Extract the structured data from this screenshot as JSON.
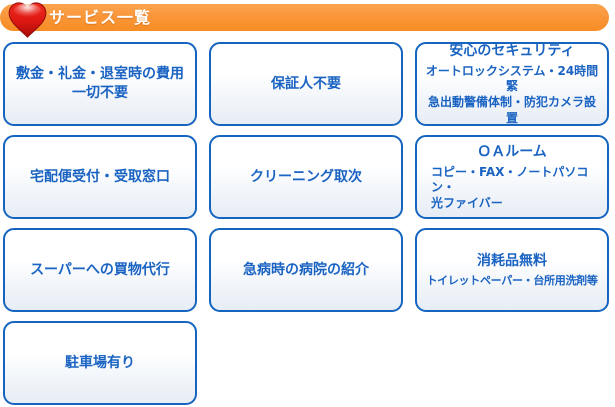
{
  "header": {
    "title": "サービス一覧",
    "bar_color": "#f8942e",
    "heart_color": "#d81510",
    "icon": "heart-icon"
  },
  "accent": {
    "card_border_color": "#1565c0",
    "card_text_color": "#1a63c2"
  },
  "cards": [
    {
      "id": "no-deposit-fees",
      "title": "敷金・礼金・退室時の費用\n一切不要"
    },
    {
      "id": "no-guarantor",
      "title": "保証人不要"
    },
    {
      "id": "security",
      "title": "安心のセキュリティ",
      "subtitle": "オートロックシステム・24時間緊\n急出動警備体制・防犯カメラ設置"
    },
    {
      "id": "parcel-service",
      "title": "宅配便受付・受取窓口"
    },
    {
      "id": "cleaning",
      "title": "クリーニング取次"
    },
    {
      "id": "oa-room",
      "title": "ＯＡルーム",
      "subtitle": "コピー・FAX・ノートパソコン・\n光ファイバー"
    },
    {
      "id": "shopping-agency",
      "title": "スーパーへの買物代行"
    },
    {
      "id": "hospital-referral",
      "title": "急病時の病院の紹介"
    },
    {
      "id": "free-consumables",
      "title": "消耗品無料",
      "subtitle": "トイレットペーパー・台所用洗剤等"
    },
    {
      "id": "parking",
      "title": "駐車場有り"
    }
  ]
}
